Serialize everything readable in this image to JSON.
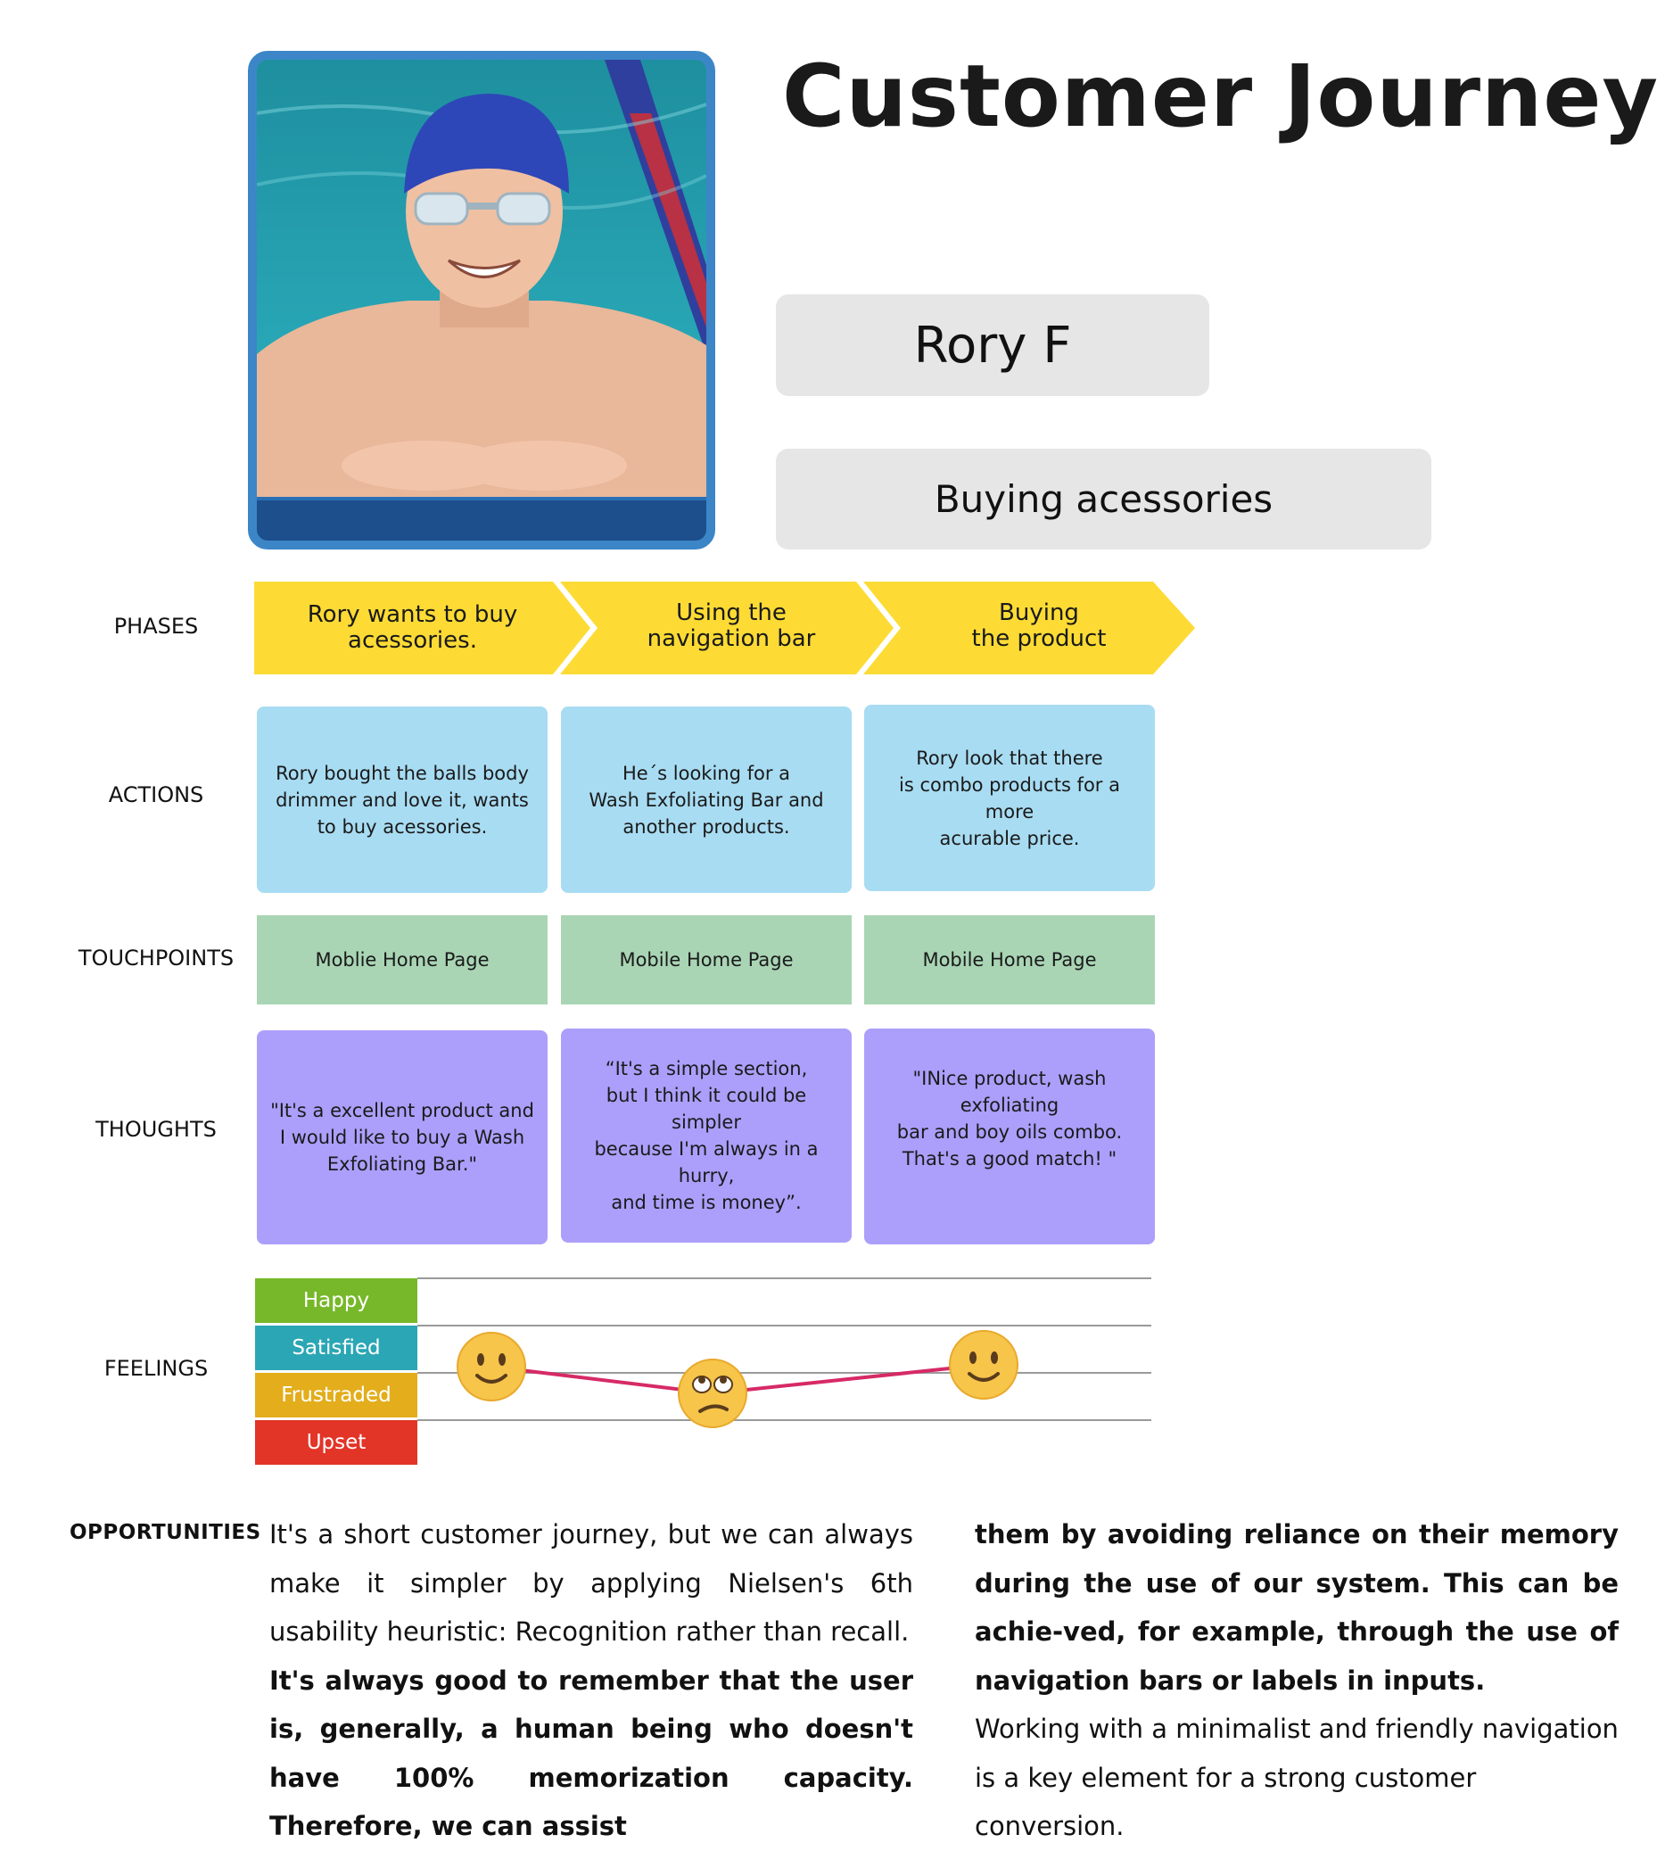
{
  "title": "Customer Journey",
  "persona": {
    "name": "Rory F",
    "goal": "Buying acessories"
  },
  "rows": {
    "phases": "PHASES",
    "actions": "ACTIONS",
    "touchpoints": "TOUCHPOINTS",
    "thoughts": "THOUGHTS",
    "feelings": "FEELINGS",
    "opportunities": "OPPORTUNITIES"
  },
  "phases": [
    {
      "line1": "Rory wants to buy",
      "line2": "acessories."
    },
    {
      "line1": "Using the",
      "line2": "navigation bar"
    },
    {
      "line1": "Buying",
      "line2": "the product"
    }
  ],
  "actions": [
    {
      "l1": "Rory bought the balls body",
      "l2": "drimmer and love it, wants",
      "l3": "to buy acessories."
    },
    {
      "l1": "He´s looking for a",
      "l2": "Wash Exfoliating Bar and",
      "l3": "another products."
    },
    {
      "l1": "Rory look that there",
      "l2": "is combo products for a more",
      "l3": "acurable price."
    }
  ],
  "touchpoints": [
    "Moblie Home Page",
    "Mobile Home Page",
    "Mobile Home Page"
  ],
  "thoughts": [
    {
      "l1": "\"It's a excellent product and",
      "l2": "I would like to buy a Wash",
      "l3": "Exfoliating Bar.\"",
      "l4": ""
    },
    {
      "l1": "“It's a simple section,",
      "l2": "but I think it could be simpler",
      "l3": "because I'm always in a hurry,",
      "l4": "and time is money”."
    },
    {
      "l1": "\"INice product, wash exfoliating",
      "l2": "bar and boy oils combo.",
      "l3": "That's a good match! \"",
      "l4": ""
    }
  ],
  "feelings": {
    "levels": [
      {
        "label": "Happy",
        "color": "#77b82a"
      },
      {
        "label": "Satisfied",
        "color": "#2ba6b5"
      },
      {
        "label": "Frustraded",
        "color": "#e3ad1c"
      },
      {
        "label": "Upset",
        "color": "#e23427"
      }
    ],
    "journey_points": [
      {
        "phase": 1,
        "level": "Satisfied",
        "face": "smile"
      },
      {
        "phase": 2,
        "level": "Frustraded",
        "face": "eye-roll"
      },
      {
        "phase": 3,
        "level": "Satisfied",
        "face": "smile"
      }
    ],
    "line_color": "#d62a66"
  },
  "opportunities": {
    "col1_normal": "It's a short customer journey, but we can always make it simpler by applying Nielsen's 6th usability heuristic: Recognition rather than recall.",
    "col1_bold": "It's always good to remember that the user is, generally, a human being who doesn't have 100% memorization capacity. Therefore, we can assist",
    "col2_bold": "them by avoiding reliance on their memory during the use of our system. This can be achie-ved, for example, through the use of navigation bars or labels in inputs.",
    "col2_normal": "Working with a minimalist and friendly navigation is a key element for a strong customer conversion."
  }
}
